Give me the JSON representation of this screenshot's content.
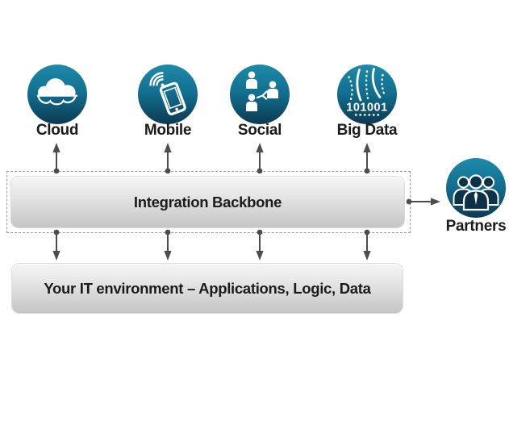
{
  "diagram": {
    "channels": [
      {
        "label": "Cloud",
        "icon": "cloud-icon"
      },
      {
        "label": "Mobile",
        "icon": "mobile-icon"
      },
      {
        "label": "Social",
        "icon": "social-icon"
      },
      {
        "label": "Big Data",
        "icon": "big-data-icon"
      }
    ],
    "backbone_label": "Integration Backbone",
    "it_environment_label": "Your IT environment – Applications, Logic, Data",
    "partners": {
      "label": "Partners",
      "icon": "partners-icon"
    },
    "big_data_binary": "101001",
    "colors": {
      "icon_teal_top": "#1e8aa9",
      "icon_teal_mid": "#116d8e",
      "icon_teal_bottom": "#0c3950",
      "bust_fill": "#0d3248",
      "bar_gradient_top": "#f5f5f5",
      "bar_gradient_bottom": "#c5c5c5",
      "dashed_border": "#9b9b9b",
      "arrow": "#4d4d4d",
      "label_text": "#1b1b1b",
      "background": "#ffffff"
    }
  }
}
